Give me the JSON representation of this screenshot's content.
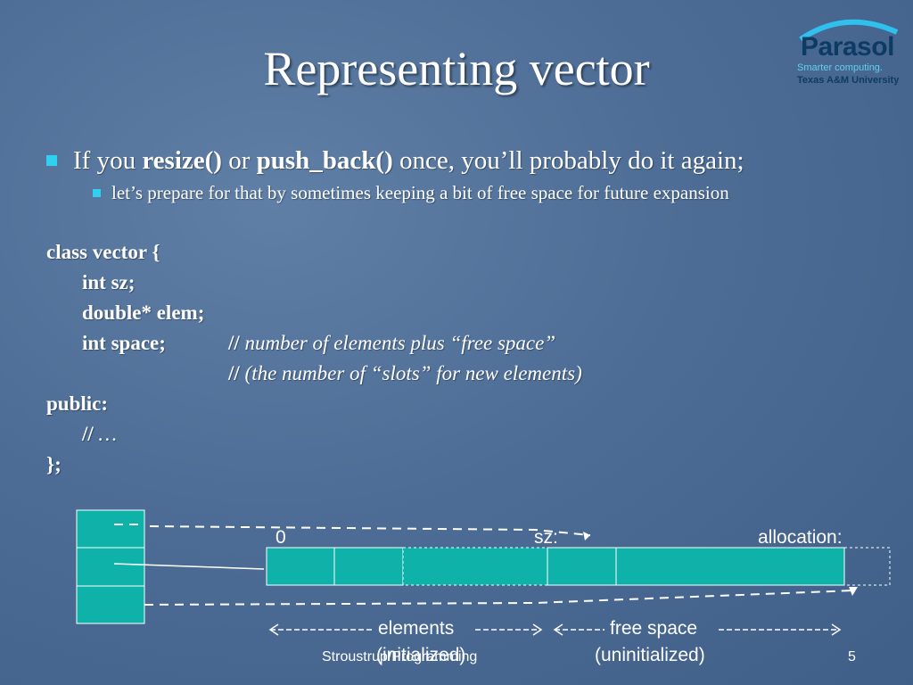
{
  "slide": {
    "title": "Representing vector",
    "logo": {
      "name": "Parasol",
      "tagline": "Smarter computing.",
      "university": "Texas A&M University"
    },
    "bullet1": {
      "t1": "If you ",
      "b1": "resize()",
      "t2": " or ",
      "b2": "push_back()",
      "t3": " once, you’ll probably do it again;"
    },
    "bullet2": "let’s prepare for that by sometimes keeping a bit of free space for future expansion",
    "code": {
      "line1": "class vector {",
      "line2": "int sz;",
      "line3": "double* elem;",
      "line4": "int space;",
      "line4_slashes": "//",
      "line4_comment": "number of elements plus “free space”",
      "line5_slashes": "//",
      "line5_comment": "(the number of “slots” for new elements)",
      "line6": "public:",
      "line7_slashes": "//",
      "line7_comment": "…",
      "line8": "};"
    },
    "diagram": {
      "label_zero": "0",
      "label_sz": "sz:",
      "label_allocation": "allocation:",
      "label_elements": "elements",
      "label_initialized": "(initialized)",
      "label_free_space": "free space",
      "label_uninitialized": "(uninitialized)",
      "cell_color": "#0fb2a8"
    },
    "footer": {
      "source": "Stroustrup/Programming",
      "page": "5"
    }
  }
}
